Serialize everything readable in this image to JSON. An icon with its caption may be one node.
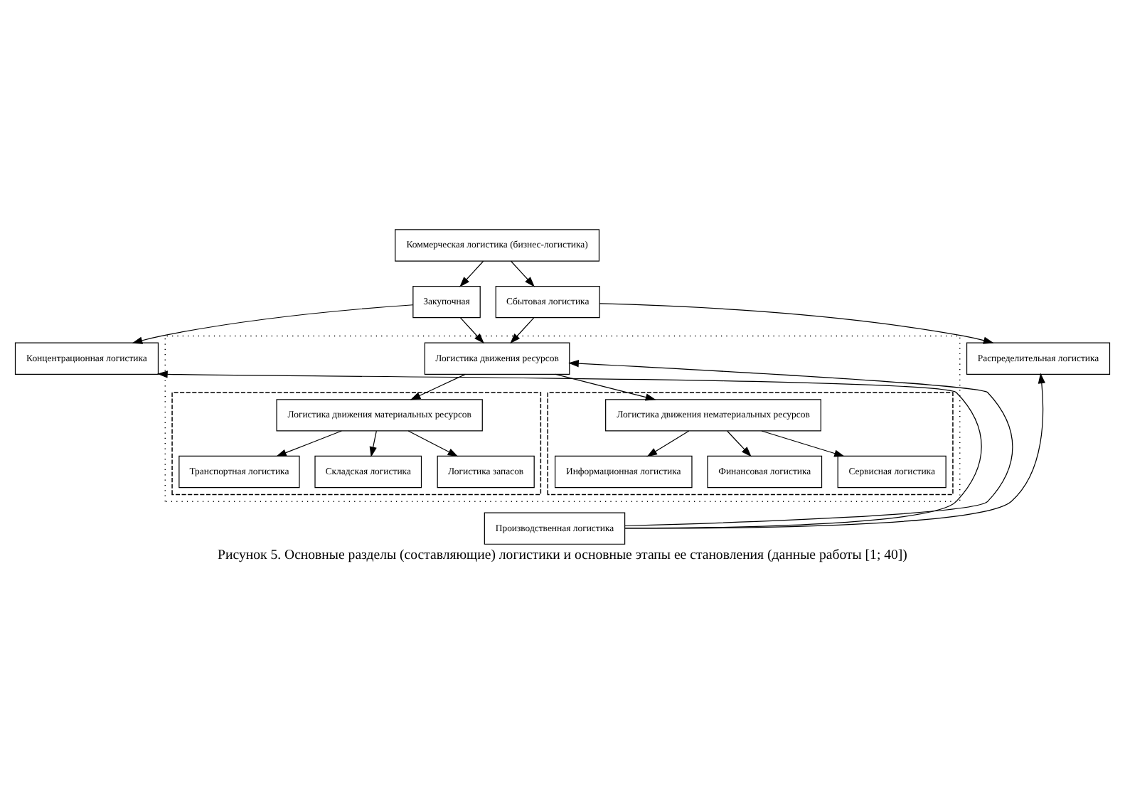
{
  "diagram": {
    "caption": "Рисунок 5. Основные разделы (составляющие) логистики и основные этапы ее становления (данные работы [1; 40])",
    "nodes": [
      {
        "text": [
          "Коммерческая логистика (бизнес-логистика)"
        ]
      },
      {
        "text": [
          "Закупочная"
        ]
      },
      {
        "text": [
          "Сбытовая логистика"
        ]
      },
      {
        "text": [
          "Концентрационная логистика"
        ]
      },
      {
        "text": [
          "Распределительная логистика"
        ]
      },
      {
        "text": [],
        "shape": "box"
      },
      {
        "text": [
          "Логистика движения ресурсов"
        ],
        "in": 5
      },
      {
        "text": [],
        "shape": "box",
        "in": 5
      },
      {
        "text": [
          "Логистика движения материальных ресурсов"
        ],
        "in": 7
      },
      {
        "text": [
          "Транспортная логистика"
        ],
        "in": 7
      },
      {
        "text": [
          "Складская логистика"
        ],
        "in": 7
      },
      {
        "text": [
          "Логистика запасов"
        ],
        "in": 7
      },
      {
        "text": [],
        "shape": "box",
        "in": 5
      },
      {
        "text": [
          "Логистика движения нематериальных ресурсов"
        ],
        "in": 12
      },
      {
        "text": [
          "Информационная логистика"
        ],
        "in": 12
      },
      {
        "text": [
          "Финансовая логистика"
        ],
        "in": 12
      },
      {
        "text": [
          "Сервисная логистика"
        ],
        "in": 12
      },
      {
        "text": [
          "Производственная логистика"
        ]
      }
    ],
    "edges": [
      {
        "from": 0,
        "to": 1,
        "arrow": "to"
      },
      {
        "from": 0,
        "to": 2,
        "arrow": "to"
      },
      {
        "from": 1,
        "to": 3,
        "arrow": "to"
      },
      {
        "from": 1,
        "to": 6,
        "arrow": "to"
      },
      {
        "from": 2,
        "to": 6,
        "arrow": "to"
      },
      {
        "from": 2,
        "to": 4,
        "arrow": "to"
      },
      {
        "from": 6,
        "to": 8,
        "arrow": "to"
      },
      {
        "from": 6,
        "to": 13,
        "arrow": "to"
      },
      {
        "from": 8,
        "to": 9,
        "arrow": "to"
      },
      {
        "from": 8,
        "to": 10,
        "arrow": "to"
      },
      {
        "from": 8,
        "to": 11,
        "arrow": "to"
      },
      {
        "from": 13,
        "to": 14,
        "arrow": "to"
      },
      {
        "from": 13,
        "to": 15,
        "arrow": "to"
      },
      {
        "from": 13,
        "to": 16,
        "arrow": "to"
      },
      {
        "from": 17,
        "to": 3,
        "arrow": "to"
      },
      {
        "from": 17,
        "to": 6,
        "arrow": "to"
      },
      {
        "from": 17,
        "to": 4,
        "arrow": "to"
      }
    ]
  }
}
